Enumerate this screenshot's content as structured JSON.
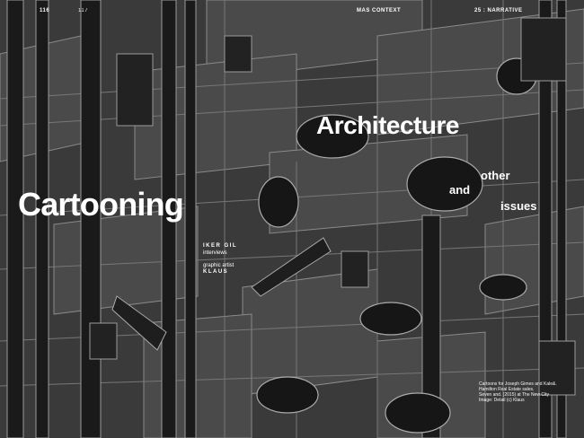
{
  "header": {
    "page_left": "116",
    "page_right": "117",
    "magazine": "MAS CONTEXT",
    "section": "25 : NARRATIVE"
  },
  "title": {
    "part1": "Architecture",
    "part2": "Cartooning",
    "other": "other",
    "and": "and",
    "issues": "issues"
  },
  "credits": {
    "interviewer": "IKER GIL",
    "interviews": "interviews",
    "role": "graphic artist",
    "artist": "KLAUS"
  },
  "caption": [
    "Cartoons for Joseph Gimes and Kale&.",
    "Hamilton Real Estate sales.",
    "Seven and. (2015) at The New City",
    "Image: Detail (c) Klaus"
  ],
  "colors": {
    "background": "#333333",
    "ink": "#111111",
    "line": "#8a8a8a",
    "text": "#ffffff"
  }
}
